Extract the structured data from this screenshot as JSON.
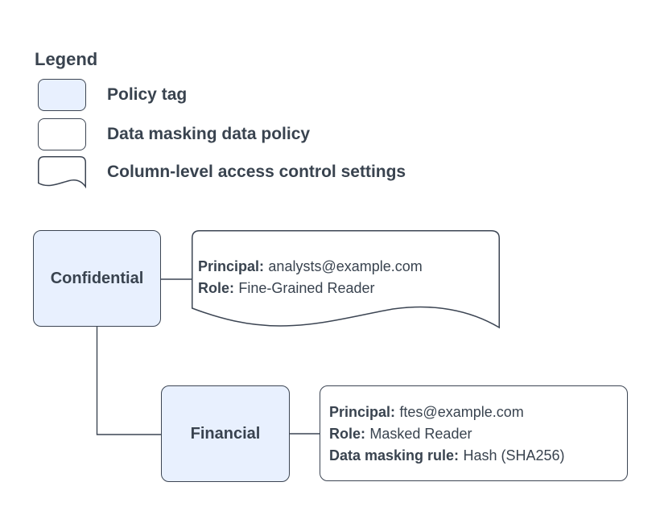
{
  "theme": {
    "node_fill": "#e8f0fe",
    "stroke": "#3c4553",
    "text": "#39434f",
    "background": "#ffffff"
  },
  "legend": {
    "title": "Legend",
    "items": [
      {
        "shape": "policy-tag-swatch",
        "label": "Policy tag"
      },
      {
        "shape": "data-masking-policy-swatch",
        "label": "Data masking data policy"
      },
      {
        "shape": "column-access-settings-swatch",
        "label": "Column-level access control settings"
      }
    ]
  },
  "diagram": {
    "nodes": [
      {
        "id": "confidential",
        "type": "policy-tag",
        "label": "Confidential"
      },
      {
        "id": "financial",
        "type": "policy-tag",
        "label": "Financial"
      }
    ],
    "callouts": [
      {
        "id": "confidential-access-settings",
        "type": "column-level-access-control-settings",
        "fields": [
          {
            "label": "Principal:",
            "value": "analysts@example.com"
          },
          {
            "label": "Role:",
            "value": "Fine-Grained Reader"
          }
        ]
      },
      {
        "id": "financial-data-policy",
        "type": "data-masking-data-policy",
        "fields": [
          {
            "label": "Principal:",
            "value": "ftes@example.com"
          },
          {
            "label": "Role:",
            "value": "Masked Reader"
          },
          {
            "label": "Data masking rule:",
            "value": "Hash (SHA256)"
          }
        ]
      }
    ]
  }
}
